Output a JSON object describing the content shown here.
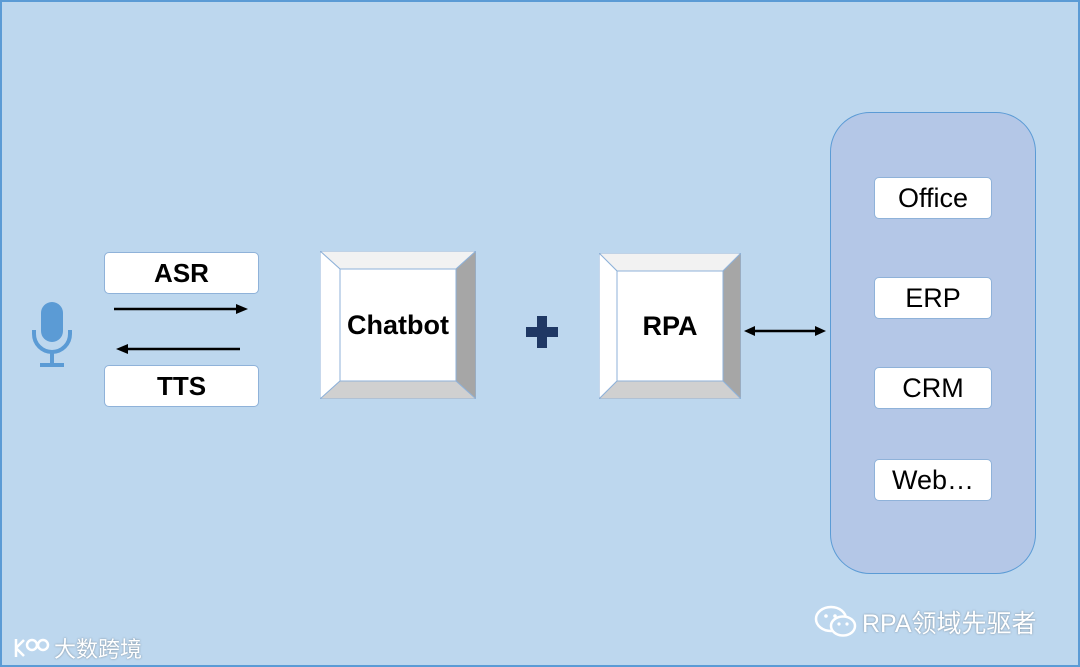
{
  "speech": {
    "asr_label": "ASR",
    "tts_label": "TTS"
  },
  "chatbot": {
    "label": "Chatbot"
  },
  "rpa": {
    "label": "RPA"
  },
  "systems": [
    {
      "label": "Office"
    },
    {
      "label": "ERP"
    },
    {
      "label": "CRM"
    },
    {
      "label": "Web…"
    }
  ],
  "watermarks": {
    "left": "大数跨境",
    "right": "RPA领域先驱者"
  },
  "colors": {
    "background": "#bdd7ee",
    "panel": "#b4c7e7",
    "microphone": "#5b9bd5",
    "plus": "#1f3864"
  },
  "icons": {
    "microphone": "microphone-icon",
    "plus": "plus-icon",
    "wechat": "wechat-icon"
  }
}
